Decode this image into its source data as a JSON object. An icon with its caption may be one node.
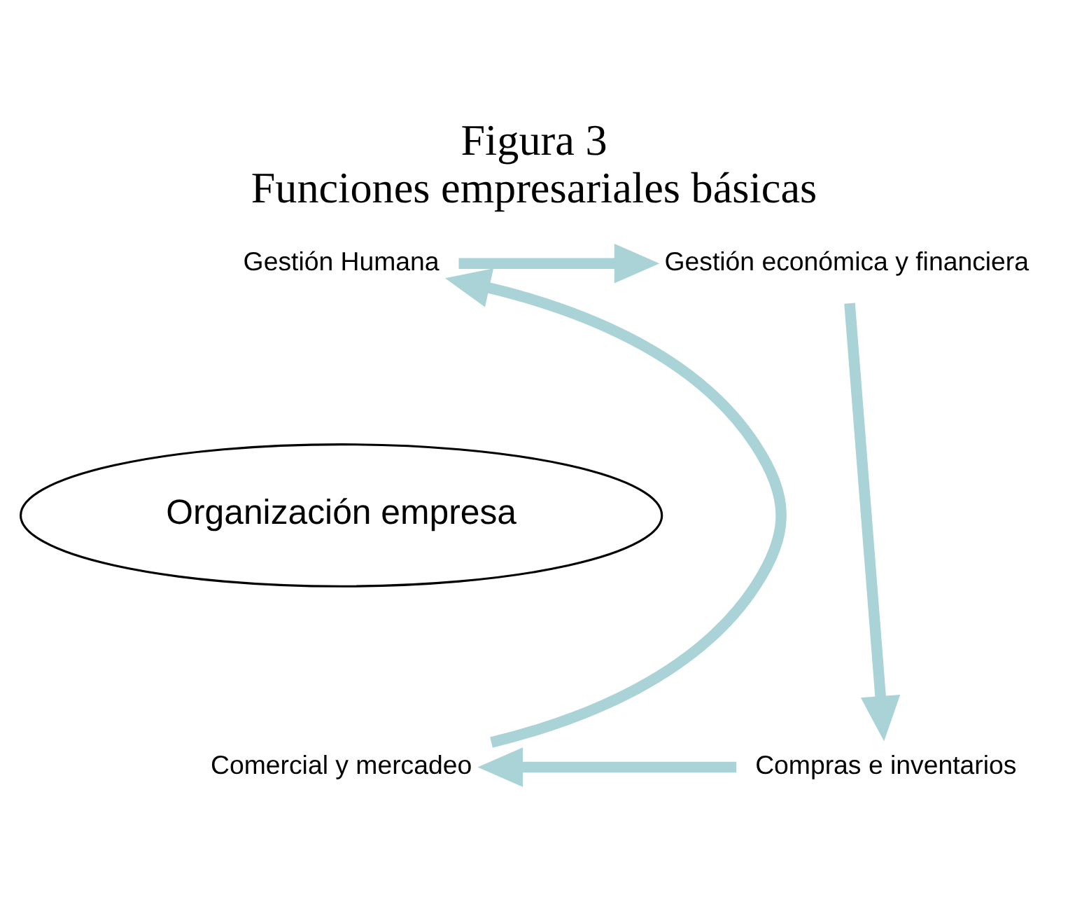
{
  "diagram": {
    "title": "Figura 3",
    "caption": "Funciones empresariales básicas",
    "nodes": [
      {
        "text": [
          "Gestión Humana"
        ]
      },
      {
        "text": [
          "Gestión económica y financiera"
        ]
      },
      {
        "text": [
          "Organización empresa"
        ]
      },
      {
        "text": [
          "Comercial y mercadeo"
        ]
      },
      {
        "text": [
          "Compras e inventarios"
        ]
      }
    ],
    "edges": [
      {
        "from": 0,
        "to": 1,
        "arrow": "to"
      },
      {
        "from": 1,
        "to": 4,
        "arrow": "to"
      },
      {
        "from": 4,
        "to": 3,
        "arrow": "to"
      },
      {
        "from": 3,
        "to": 0,
        "arrow": "to"
      }
    ]
  }
}
